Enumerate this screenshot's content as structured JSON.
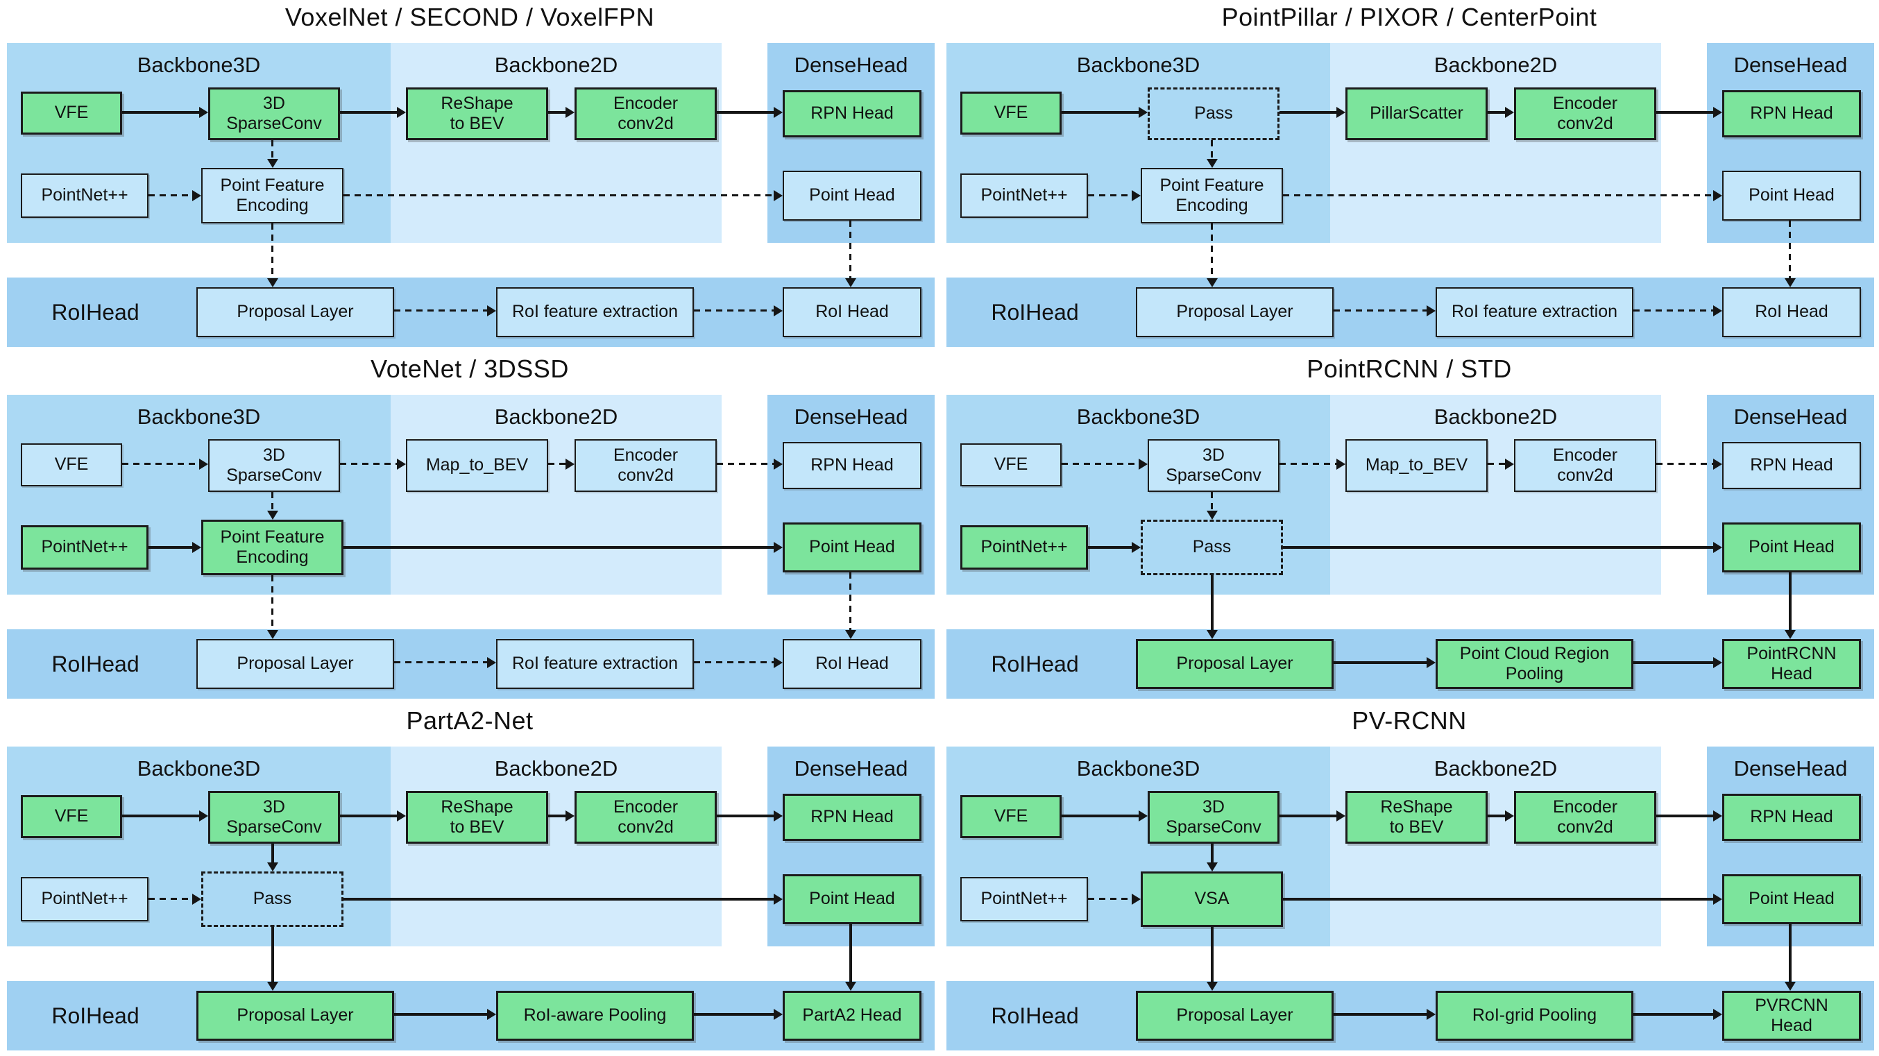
{
  "colors": {
    "backbone3d_bg": "#ABD9F4",
    "backbone2d_bg": "#D3EBFC",
    "densehead_bg": "#9FD0F2",
    "roihead_bg": "#9FD0F2",
    "box_active": "#7CE49C",
    "box_inactive": "#C3E6FA",
    "border": "#1b1b1b",
    "arrow": "#151515"
  },
  "diagram": {
    "panels": [
      {
        "id": "voxelnet-second-voxelfpn",
        "title": "VoxelNet / SECOND / VoxelFPN",
        "zones": {
          "backbone3d": "Backbone3D",
          "backbone2d": "Backbone2D",
          "densehead": "DenseHead",
          "roihead": "RoIHead"
        },
        "boxes": {
          "vfe": {
            "label": "VFE",
            "variant": "green"
          },
          "backbone3d_mid": {
            "label": "3D\nSparseConv",
            "variant": "green"
          },
          "backbone2d_1": {
            "label": "ReShape\nto BEV",
            "variant": "green"
          },
          "backbone2d_2": {
            "label": "Encoder\nconv2d",
            "variant": "green"
          },
          "rpn_head": {
            "label": "RPN Head",
            "variant": "green"
          },
          "pointnet": {
            "label": "PointNet++",
            "variant": "blue"
          },
          "point_mid": {
            "label": "Point Feature\nEncoding",
            "variant": "blue"
          },
          "point_head": {
            "label": "Point Head",
            "variant": "blue"
          },
          "proposal": {
            "label": "Proposal Layer",
            "variant": "blue"
          },
          "roi_mid": {
            "label": "RoI feature extraction",
            "variant": "blue"
          },
          "roi_head": {
            "label": "RoI Head",
            "variant": "blue"
          }
        },
        "arrows": {
          "h1": "solid",
          "h2": "solid",
          "h3": "solid",
          "h4": "solid",
          "v1": "dashed",
          "h5": "dashed",
          "h6": "dashed",
          "v2": "dashed",
          "v3": "dashed",
          "b1": "dashed",
          "b2": "dashed"
        }
      },
      {
        "id": "pointpillar-pixor-centerpoint",
        "title": "PointPillar / PIXOR / CenterPoint",
        "zones": {
          "backbone3d": "Backbone3D",
          "backbone2d": "Backbone2D",
          "densehead": "DenseHead",
          "roihead": "RoIHead"
        },
        "boxes": {
          "vfe": {
            "label": "VFE",
            "variant": "green"
          },
          "backbone3d_mid": {
            "label": "Pass",
            "variant": "dashed"
          },
          "backbone2d_1": {
            "label": "PillarScatter",
            "variant": "green"
          },
          "backbone2d_2": {
            "label": "Encoder\nconv2d",
            "variant": "green"
          },
          "rpn_head": {
            "label": "RPN Head",
            "variant": "green"
          },
          "pointnet": {
            "label": "PointNet++",
            "variant": "blue"
          },
          "point_mid": {
            "label": "Point Feature\nEncoding",
            "variant": "blue"
          },
          "point_head": {
            "label": "Point Head",
            "variant": "blue"
          },
          "proposal": {
            "label": "Proposal Layer",
            "variant": "blue"
          },
          "roi_mid": {
            "label": "RoI feature extraction",
            "variant": "blue"
          },
          "roi_head": {
            "label": "RoI Head",
            "variant": "blue"
          }
        },
        "arrows": {
          "h1": "solid",
          "h2": "solid",
          "h3": "solid",
          "h4": "solid",
          "v1": "dashed",
          "h5": "dashed",
          "h6": "dashed",
          "v2": "dashed",
          "v3": "dashed",
          "b1": "dashed",
          "b2": "dashed"
        }
      },
      {
        "id": "votenet-3dssd",
        "title": "VoteNet / 3DSSD",
        "zones": {
          "backbone3d": "Backbone3D",
          "backbone2d": "Backbone2D",
          "densehead": "DenseHead",
          "roihead": "RoIHead"
        },
        "boxes": {
          "vfe": {
            "label": "VFE",
            "variant": "blue"
          },
          "backbone3d_mid": {
            "label": "3D\nSparseConv",
            "variant": "blue"
          },
          "backbone2d_1": {
            "label": "Map_to_BEV",
            "variant": "blue"
          },
          "backbone2d_2": {
            "label": "Encoder\nconv2d",
            "variant": "blue"
          },
          "rpn_head": {
            "label": "RPN Head",
            "variant": "blue"
          },
          "pointnet": {
            "label": "PointNet++",
            "variant": "green"
          },
          "point_mid": {
            "label": "Point Feature\nEncoding",
            "variant": "green"
          },
          "point_head": {
            "label": "Point Head",
            "variant": "green"
          },
          "proposal": {
            "label": "Proposal Layer",
            "variant": "blue"
          },
          "roi_mid": {
            "label": "RoI feature extraction",
            "variant": "blue"
          },
          "roi_head": {
            "label": "RoI Head",
            "variant": "blue"
          }
        },
        "arrows": {
          "h1": "dashed",
          "h2": "dashed",
          "h3": "dashed",
          "h4": "dashed",
          "v1": "dashed",
          "h5": "solid",
          "h6": "solid",
          "v2": "dashed",
          "v3": "dashed",
          "b1": "dashed",
          "b2": "dashed"
        }
      },
      {
        "id": "pointrcnn-std",
        "title": "PointRCNN / STD",
        "zones": {
          "backbone3d": "Backbone3D",
          "backbone2d": "Backbone2D",
          "densehead": "DenseHead",
          "roihead": "RoIHead"
        },
        "boxes": {
          "vfe": {
            "label": "VFE",
            "variant": "blue"
          },
          "backbone3d_mid": {
            "label": "3D\nSparseConv",
            "variant": "blue"
          },
          "backbone2d_1": {
            "label": "Map_to_BEV",
            "variant": "blue"
          },
          "backbone2d_2": {
            "label": "Encoder\nconv2d",
            "variant": "blue"
          },
          "rpn_head": {
            "label": "RPN Head",
            "variant": "blue"
          },
          "pointnet": {
            "label": "PointNet++",
            "variant": "green"
          },
          "point_mid": {
            "label": "Pass",
            "variant": "dashed"
          },
          "point_head": {
            "label": "Point Head",
            "variant": "green"
          },
          "proposal": {
            "label": "Proposal Layer",
            "variant": "green"
          },
          "roi_mid": {
            "label": "Point Cloud Region\nPooling",
            "variant": "green"
          },
          "roi_head": {
            "label": "PointRCNN\nHead",
            "variant": "green"
          }
        },
        "arrows": {
          "h1": "dashed",
          "h2": "dashed",
          "h3": "dashed",
          "h4": "dashed",
          "v1": "dashed",
          "h5": "solid",
          "h6": "solid",
          "v2": "solid",
          "v3": "solid",
          "b1": "solid",
          "b2": "solid"
        }
      },
      {
        "id": "parta2-net",
        "title": "PartA2-Net",
        "zones": {
          "backbone3d": "Backbone3D",
          "backbone2d": "Backbone2D",
          "densehead": "DenseHead",
          "roihead": "RoIHead"
        },
        "boxes": {
          "vfe": {
            "label": "VFE",
            "variant": "green"
          },
          "backbone3d_mid": {
            "label": "3D\nSparseConv",
            "variant": "green"
          },
          "backbone2d_1": {
            "label": "ReShape\nto BEV",
            "variant": "green"
          },
          "backbone2d_2": {
            "label": "Encoder\nconv2d",
            "variant": "green"
          },
          "rpn_head": {
            "label": "RPN Head",
            "variant": "green"
          },
          "pointnet": {
            "label": "PointNet++",
            "variant": "blue"
          },
          "point_mid": {
            "label": "Pass",
            "variant": "dashed"
          },
          "point_head": {
            "label": "Point Head",
            "variant": "green"
          },
          "proposal": {
            "label": "Proposal Layer",
            "variant": "green"
          },
          "roi_mid": {
            "label": "RoI-aware Pooling",
            "variant": "green"
          },
          "roi_head": {
            "label": "PartA2 Head",
            "variant": "green"
          }
        },
        "arrows": {
          "h1": "solid",
          "h2": "solid",
          "h3": "solid",
          "h4": "solid",
          "v1": "solid",
          "h5": "dashed",
          "h6": "solid",
          "v2": "solid",
          "v3": "solid",
          "b1": "solid",
          "b2": "solid"
        }
      },
      {
        "id": "pv-rcnn",
        "title": "PV-RCNN",
        "zones": {
          "backbone3d": "Backbone3D",
          "backbone2d": "Backbone2D",
          "densehead": "DenseHead",
          "roihead": "RoIHead"
        },
        "boxes": {
          "vfe": {
            "label": "VFE",
            "variant": "green"
          },
          "backbone3d_mid": {
            "label": "3D\nSparseConv",
            "variant": "green"
          },
          "backbone2d_1": {
            "label": "ReShape\nto BEV",
            "variant": "green"
          },
          "backbone2d_2": {
            "label": "Encoder\nconv2d",
            "variant": "green"
          },
          "rpn_head": {
            "label": "RPN Head",
            "variant": "green"
          },
          "pointnet": {
            "label": "PointNet++",
            "variant": "blue"
          },
          "point_mid": {
            "label": "VSA",
            "variant": "green"
          },
          "point_head": {
            "label": "Point Head",
            "variant": "green"
          },
          "proposal": {
            "label": "Proposal Layer",
            "variant": "green"
          },
          "roi_mid": {
            "label": "RoI-grid Pooling",
            "variant": "green"
          },
          "roi_head": {
            "label": "PVRCNN\nHead",
            "variant": "green"
          }
        },
        "arrows": {
          "h1": "solid",
          "h2": "solid",
          "h3": "solid",
          "h4": "solid",
          "v1": "solid",
          "h5": "dashed",
          "h6": "solid",
          "v2": "solid",
          "v3": "solid",
          "b1": "solid",
          "b2": "solid"
        }
      }
    ]
  }
}
